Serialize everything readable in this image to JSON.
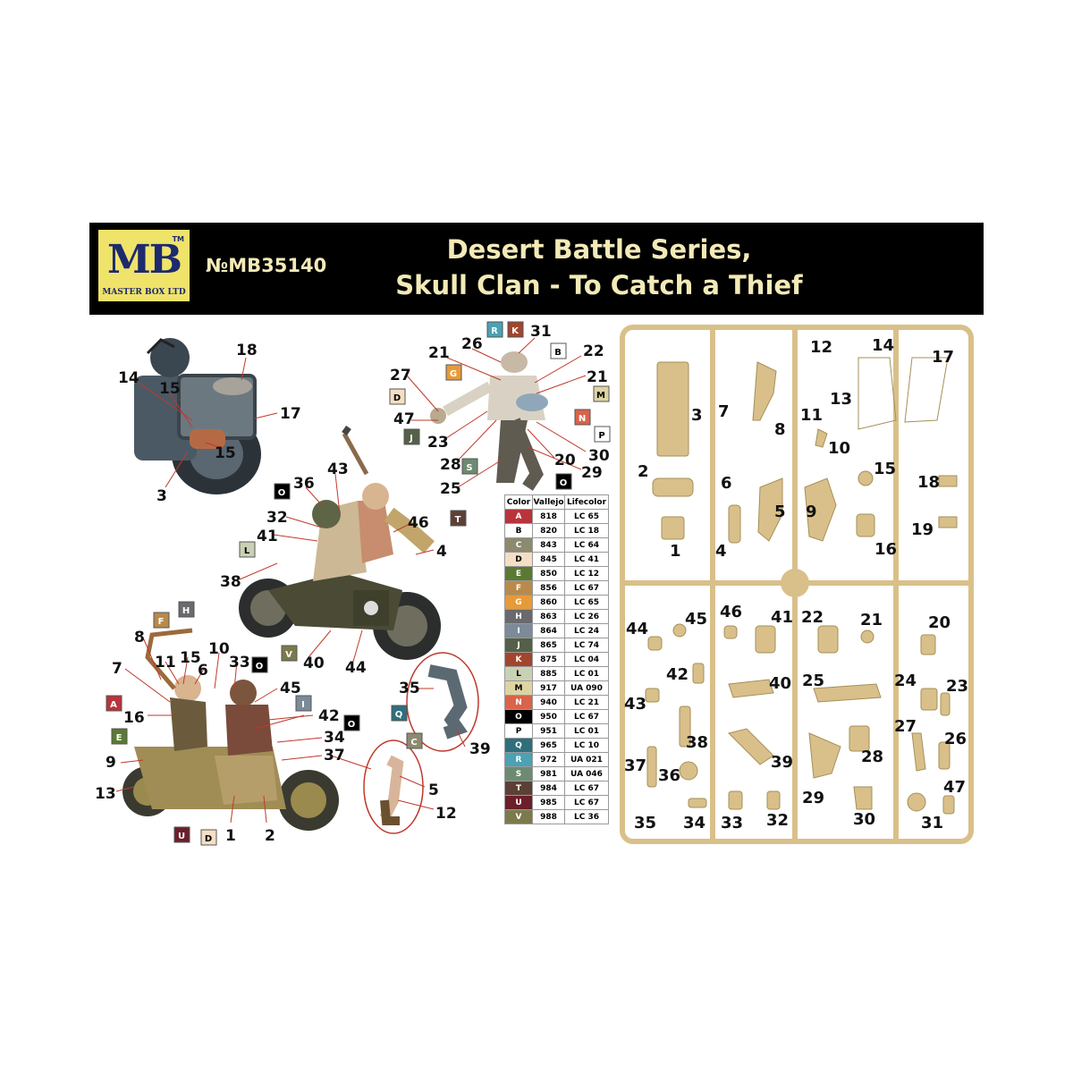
{
  "header": {
    "logo_text": "MB",
    "logo_subtext": "MASTER BOX LTD",
    "kit_number": "№MB35140",
    "title_line1": "Desert Battle Series,",
    "title_line2": "Skull Clan - To Catch a Thief"
  },
  "color_table": {
    "headers": [
      "Color",
      "Vallejo",
      "Lifecolor"
    ],
    "rows": [
      {
        "code": "A",
        "vallejo": "818",
        "lifecolor": "LC 65",
        "hex": "#b9333a"
      },
      {
        "code": "B",
        "vallejo": "820",
        "lifecolor": "LC 18",
        "hex": "#ffffff"
      },
      {
        "code": "C",
        "vallejo": "843",
        "lifecolor": "LC 64",
        "hex": "#8d8a70"
      },
      {
        "code": "D",
        "vallejo": "845",
        "lifecolor": "LC 41",
        "hex": "#f4dfc4"
      },
      {
        "code": "E",
        "vallejo": "850",
        "lifecolor": "LC 12",
        "hex": "#5a7a34"
      },
      {
        "code": "F",
        "vallejo": "856",
        "lifecolor": "LC 67",
        "hex": "#b98a4a"
      },
      {
        "code": "G",
        "vallejo": "860",
        "lifecolor": "LC 65",
        "hex": "#e79a3a"
      },
      {
        "code": "H",
        "vallejo": "863",
        "lifecolor": "LC 26",
        "hex": "#6a6a6e"
      },
      {
        "code": "I",
        "vallejo": "864",
        "lifecolor": "LC 24",
        "hex": "#7c8a99"
      },
      {
        "code": "J",
        "vallejo": "865",
        "lifecolor": "LC 74",
        "hex": "#556048"
      },
      {
        "code": "K",
        "vallejo": "875",
        "lifecolor": "LC 04",
        "hex": "#a2452e"
      },
      {
        "code": "L",
        "vallejo": "885",
        "lifecolor": "LC 01",
        "hex": "#c9d1b4"
      },
      {
        "code": "M",
        "vallejo": "917",
        "lifecolor": "UA 090",
        "hex": "#ddd4a2"
      },
      {
        "code": "N",
        "vallejo": "940",
        "lifecolor": "LC 21",
        "hex": "#d8644a"
      },
      {
        "code": "O",
        "vallejo": "950",
        "lifecolor": "LC 67",
        "hex": "#000000"
      },
      {
        "code": "P",
        "vallejo": "951",
        "lifecolor": "LC 01",
        "hex": "#ffffff"
      },
      {
        "code": "Q",
        "vallejo": "965",
        "lifecolor": "LC 10",
        "hex": "#2f6f7c"
      },
      {
        "code": "R",
        "vallejo": "972",
        "lifecolor": "UA 021",
        "hex": "#4aa2b2"
      },
      {
        "code": "S",
        "vallejo": "981",
        "lifecolor": "UA 046",
        "hex": "#6e8a72"
      },
      {
        "code": "T",
        "vallejo": "984",
        "lifecolor": "LC 67",
        "hex": "#5c4036"
      },
      {
        "code": "U",
        "vallejo": "985",
        "lifecolor": "LC 67",
        "hex": "#6b1f2a"
      },
      {
        "code": "V",
        "vallejo": "988",
        "lifecolor": "LC 36",
        "hex": "#7c7a4c"
      }
    ]
  },
  "callouts": {
    "sidecar": [
      "18",
      "14",
      "15",
      "17",
      "15",
      "3"
    ],
    "thief": [
      "26",
      "31",
      "21",
      "22",
      "27",
      "21",
      "47",
      "23",
      "28",
      "20",
      "30",
      "29",
      "25"
    ],
    "riders": [
      "36",
      "43",
      "32",
      "41",
      "46",
      "4",
      "38",
      "40",
      "44",
      "35",
      "39",
      "5",
      "12"
    ],
    "sidecar_figures": [
      "8",
      "11",
      "15",
      "6",
      "10",
      "33",
      "45",
      "7",
      "16",
      "42",
      "34",
      "37",
      "9",
      "13",
      "1",
      "2"
    ]
  },
  "sprue_labels": [
    "12",
    "14",
    "17",
    "3",
    "7",
    "11",
    "13",
    "8",
    "10",
    "2",
    "6",
    "15",
    "18",
    "5",
    "9",
    "19",
    "1",
    "4",
    "16",
    "44",
    "45",
    "46",
    "41",
    "22",
    "21",
    "20",
    "42",
    "43",
    "40",
    "25",
    "24",
    "23",
    "38",
    "27",
    "26",
    "37",
    "36",
    "39",
    "28",
    "47",
    "29",
    "35",
    "34",
    "33",
    "32",
    "30",
    "31"
  ],
  "colors": {
    "banner": "#000000",
    "title": "#f3eab7",
    "logo_bg": "#f0e36a",
    "sprue": "#d9c08a"
  }
}
